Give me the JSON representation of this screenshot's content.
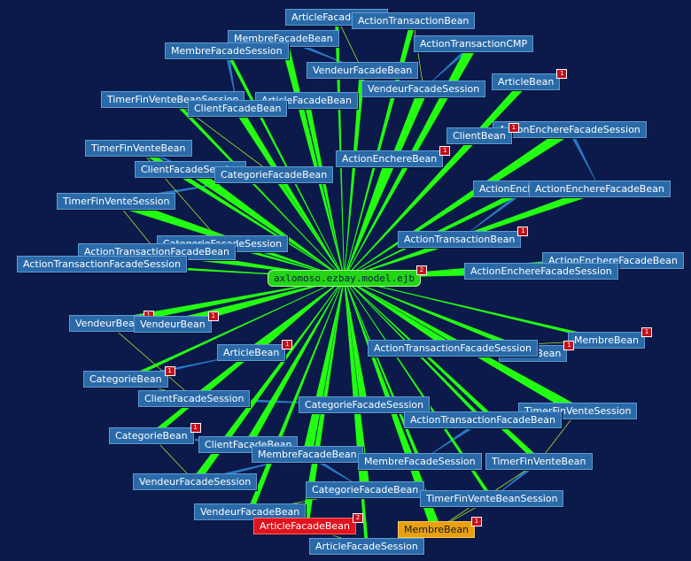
{
  "center": {
    "label": "axlomoso.ezbay.model.ejb",
    "badge": "2"
  },
  "colors": {
    "background": "#0b1a4a",
    "center_edge": "#23ff10",
    "node": "#2a6aa8",
    "node_highlight_red": "#e0141e",
    "node_highlight_orange": "#e8a012",
    "secondary_edge": "#2a78c8",
    "leaf_edge": "#a8e02a"
  },
  "nodes": [
    {
      "label": "ArticleFacadeBean",
      "badge": ""
    },
    {
      "label": "ActionTransactionBean",
      "badge": ""
    },
    {
      "label": "MembreFacadeBean",
      "badge": ""
    },
    {
      "label": "ActionTransactionCMP",
      "badge": ""
    },
    {
      "label": "MembreFacadeSession",
      "badge": ""
    },
    {
      "label": "VendeurFacadeBean",
      "badge": ""
    },
    {
      "label": "ArticleBean",
      "badge": "1"
    },
    {
      "label": "VendeurFacadeSession",
      "badge": ""
    },
    {
      "label": "TimerFinVenteBeanSession",
      "badge": ""
    },
    {
      "label": "ArticleFacadeBean",
      "badge": ""
    },
    {
      "label": "ClientFacadeBean",
      "badge": ""
    },
    {
      "label": "ActionEnchereFacadeSession",
      "badge": ""
    },
    {
      "label": "ClientBean",
      "badge": "1"
    },
    {
      "label": "TimerFinVenteBean",
      "badge": ""
    },
    {
      "label": "ActionEnchereBean",
      "badge": "1"
    },
    {
      "label": "ClientFacadeSession",
      "badge": ""
    },
    {
      "label": "CategorieFacadeBean",
      "badge": ""
    },
    {
      "label": "ActionEnchereBean",
      "badge": ""
    },
    {
      "label": "ActionEnchereFacadeBean",
      "badge": ""
    },
    {
      "label": "TimerFinVenteSession",
      "badge": ""
    },
    {
      "label": "CategorieFacadeSession",
      "badge": ""
    },
    {
      "label": "ActionTransactionBean",
      "badge": "1"
    },
    {
      "label": "ActionTransactionFacadeBean",
      "badge": ""
    },
    {
      "label": "ActionEnchereFacadeBean",
      "badge": ""
    },
    {
      "label": "ActionTransactionFacadeSession",
      "badge": ""
    },
    {
      "label": "ActionEnchereFacadeSession",
      "badge": ""
    },
    {
      "label": "VendeurBean",
      "badge": "1"
    },
    {
      "label": "VendeurBean",
      "badge": "1"
    },
    {
      "label": "MembreBean",
      "badge": "1"
    },
    {
      "label": "ArticleBean",
      "badge": "1"
    },
    {
      "label": "ActionTransactionFacadeSession",
      "badge": ""
    },
    {
      "label": "ArticleBean",
      "badge": "1"
    },
    {
      "label": "CategorieBean",
      "badge": "1"
    },
    {
      "label": "ClientFacadeSession",
      "badge": ""
    },
    {
      "label": "CategorieFacadeSession",
      "badge": ""
    },
    {
      "label": "TimerFinVenteSession",
      "badge": ""
    },
    {
      "label": "ActionTransactionFacadeBean",
      "badge": ""
    },
    {
      "label": "CategorieBean",
      "badge": "1"
    },
    {
      "label": "ClientFacadeBean",
      "badge": ""
    },
    {
      "label": "MembreFacadeBean",
      "badge": ""
    },
    {
      "label": "MembreFacadeSession",
      "badge": ""
    },
    {
      "label": "TimerFinVenteBean",
      "badge": ""
    },
    {
      "label": "VendeurFacadeSession",
      "badge": ""
    },
    {
      "label": "CategorieFacadeBean",
      "badge": ""
    },
    {
      "label": "TimerFinVenteBeanSession",
      "badge": ""
    },
    {
      "label": "VendeurFacadeBean",
      "badge": ""
    },
    {
      "label": "ArticleFacadeBean",
      "badge": "2"
    },
    {
      "label": "MembreBean",
      "badge": "1"
    },
    {
      "label": "ArticleFacadeSession",
      "badge": ""
    }
  ]
}
